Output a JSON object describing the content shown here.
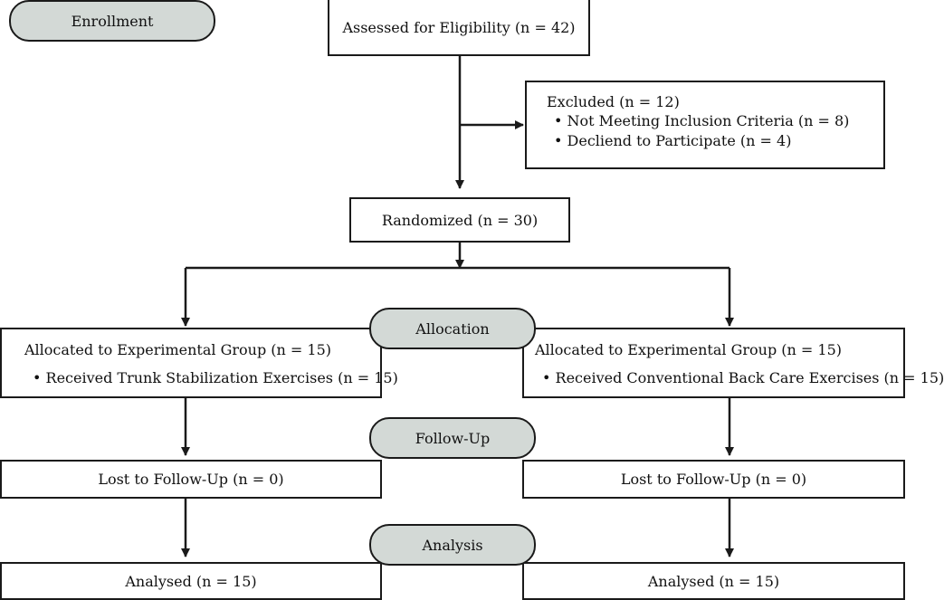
{
  "stages": {
    "enrollment": "Enrollment",
    "allocation": "Allocation",
    "follow_up": "Follow-Up",
    "analysis": "Analysis"
  },
  "assessed": "Assessed for Eligibility (n = 42)",
  "excluded": {
    "title": "Excluded (n = 12)",
    "items": [
      "Not Meeting Inclusion Criteria (n = 8)",
      "Decliend to Participate (n = 4)"
    ]
  },
  "randomized": "Randomized (n = 30)",
  "left_arm": {
    "allocated": "Allocated to Experimental Group (n = 15)",
    "received": "Received Trunk Stabilization Exercises (n = 15)",
    "lost": "Lost to Follow-Up (n = 0)",
    "analysed": "Analysed (n = 15)"
  },
  "right_arm": {
    "allocated": "Allocated to Experimental Group (n = 15)",
    "received": "Received Conventional Back Care Exercises (n = 15)",
    "lost": "Lost to Follow-Up (n = 0)",
    "analysed": "Analysed (n = 15)"
  }
}
